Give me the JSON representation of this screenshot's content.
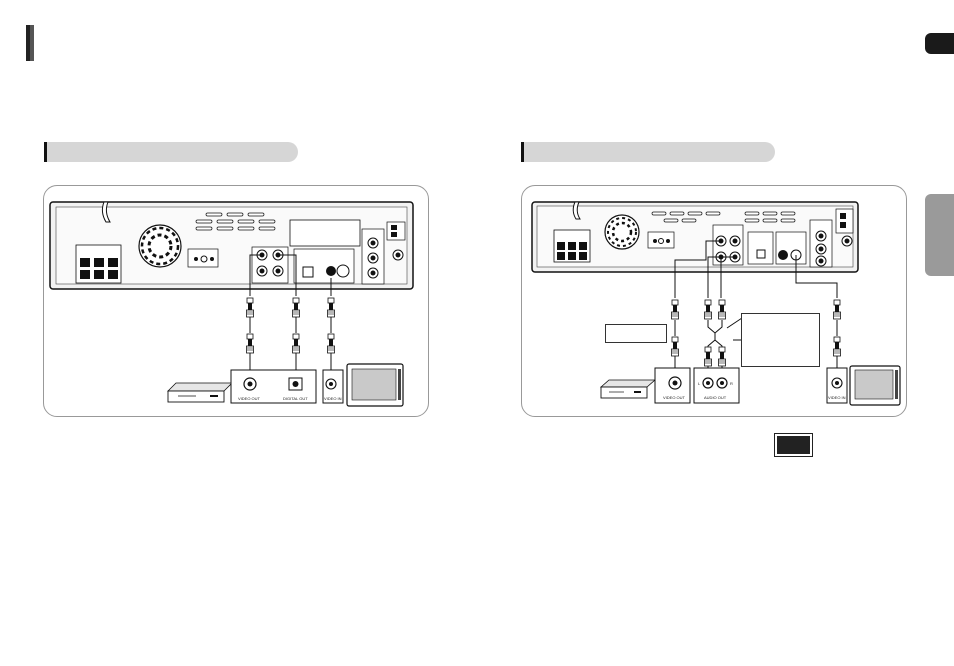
{
  "left_diagram": {
    "labels": {
      "video_out": "VIDEO OUT",
      "digital_out": "DIGITAL OUT",
      "video_in": "VIDEO IN"
    }
  },
  "right_diagram": {
    "labels": {
      "video_out": "VIDEO OUT",
      "audio_out": "AUDIO OUT",
      "audio_l": "L",
      "audio_r": "R",
      "video_in": "VIDEO IN"
    }
  }
}
